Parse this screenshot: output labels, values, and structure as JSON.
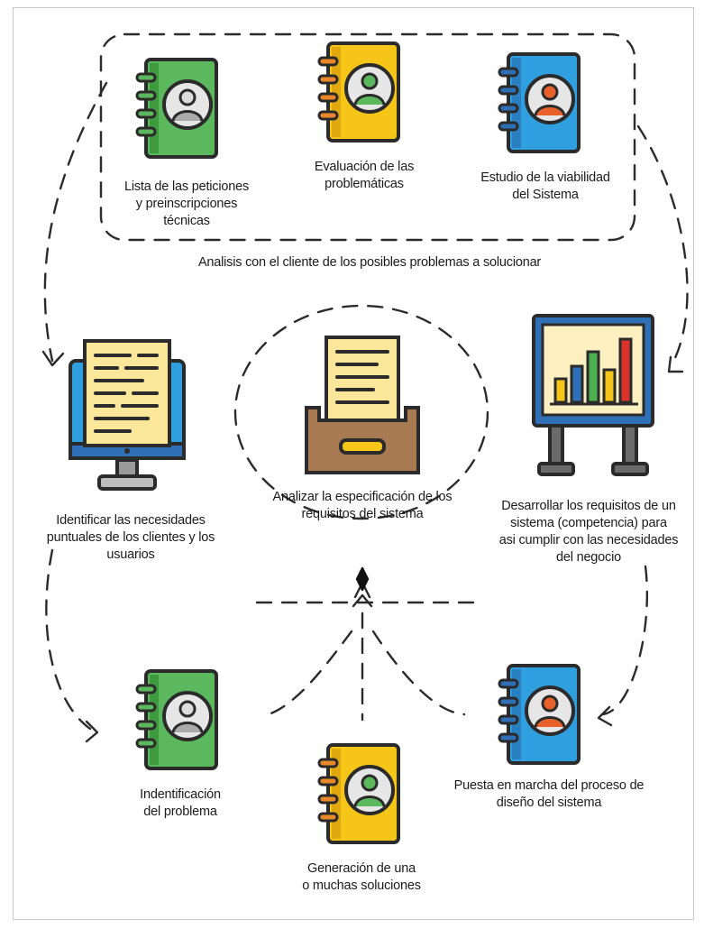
{
  "diagram": {
    "top_group": {
      "caption": "Analisis con el cliente de los posibles problemas a solucionar",
      "items": [
        {
          "lines": [
            "Lista de las peticiones",
            "y preinscripciones",
            "técnicas"
          ],
          "icon": "green-contact-book-icon"
        },
        {
          "lines": [
            "Evaluación de las",
            "problemáticas"
          ],
          "icon": "yellow-contact-book-icon"
        },
        {
          "lines": [
            "Estudio de la viabilidad",
            "del Sistema"
          ],
          "icon": "blue-contact-book-icon"
        }
      ]
    },
    "middle": {
      "left": {
        "lines": [
          "Identificar las necesidades",
          "puntuales de los clientes y los",
          "usuarios"
        ],
        "icon": "monitor-document-icon"
      },
      "center": {
        "lines": [
          "Analizar la especificación de los",
          "requisitos del sistema"
        ],
        "icon": "document-tray-icon"
      },
      "right": {
        "lines": [
          "Desarrollar los requisitos de un",
          "sistema (competencia) para",
          "asi cumplir con las necesidades",
          "del negocio"
        ],
        "icon": "bar-chart-board-icon"
      }
    },
    "bottom": {
      "left": {
        "lines": [
          "Indentificación",
          "del problema"
        ],
        "icon": "green-contact-book-icon"
      },
      "center": {
        "lines": [
          "Generación de una",
          "o muchas soluciones"
        ],
        "icon": "yellow-contact-book-icon"
      },
      "right": {
        "lines": [
          "Puesta en marcha del proceso de",
          "diseño del sistema"
        ],
        "icon": "blue-contact-book-icon"
      }
    },
    "colors": {
      "outline": "#2b2b2b",
      "green": "#5cb85c",
      "yellow": "#f5c518",
      "blue": "#2f9fe0",
      "orange": "#e8882a",
      "paper": "#fbe79a",
      "tray": "#a87a52",
      "chart_blue": "#2f6fb5",
      "chart_green": "#4caf50",
      "chart_red": "#d9342b",
      "chart_bg": "#fdf0c0"
    }
  }
}
